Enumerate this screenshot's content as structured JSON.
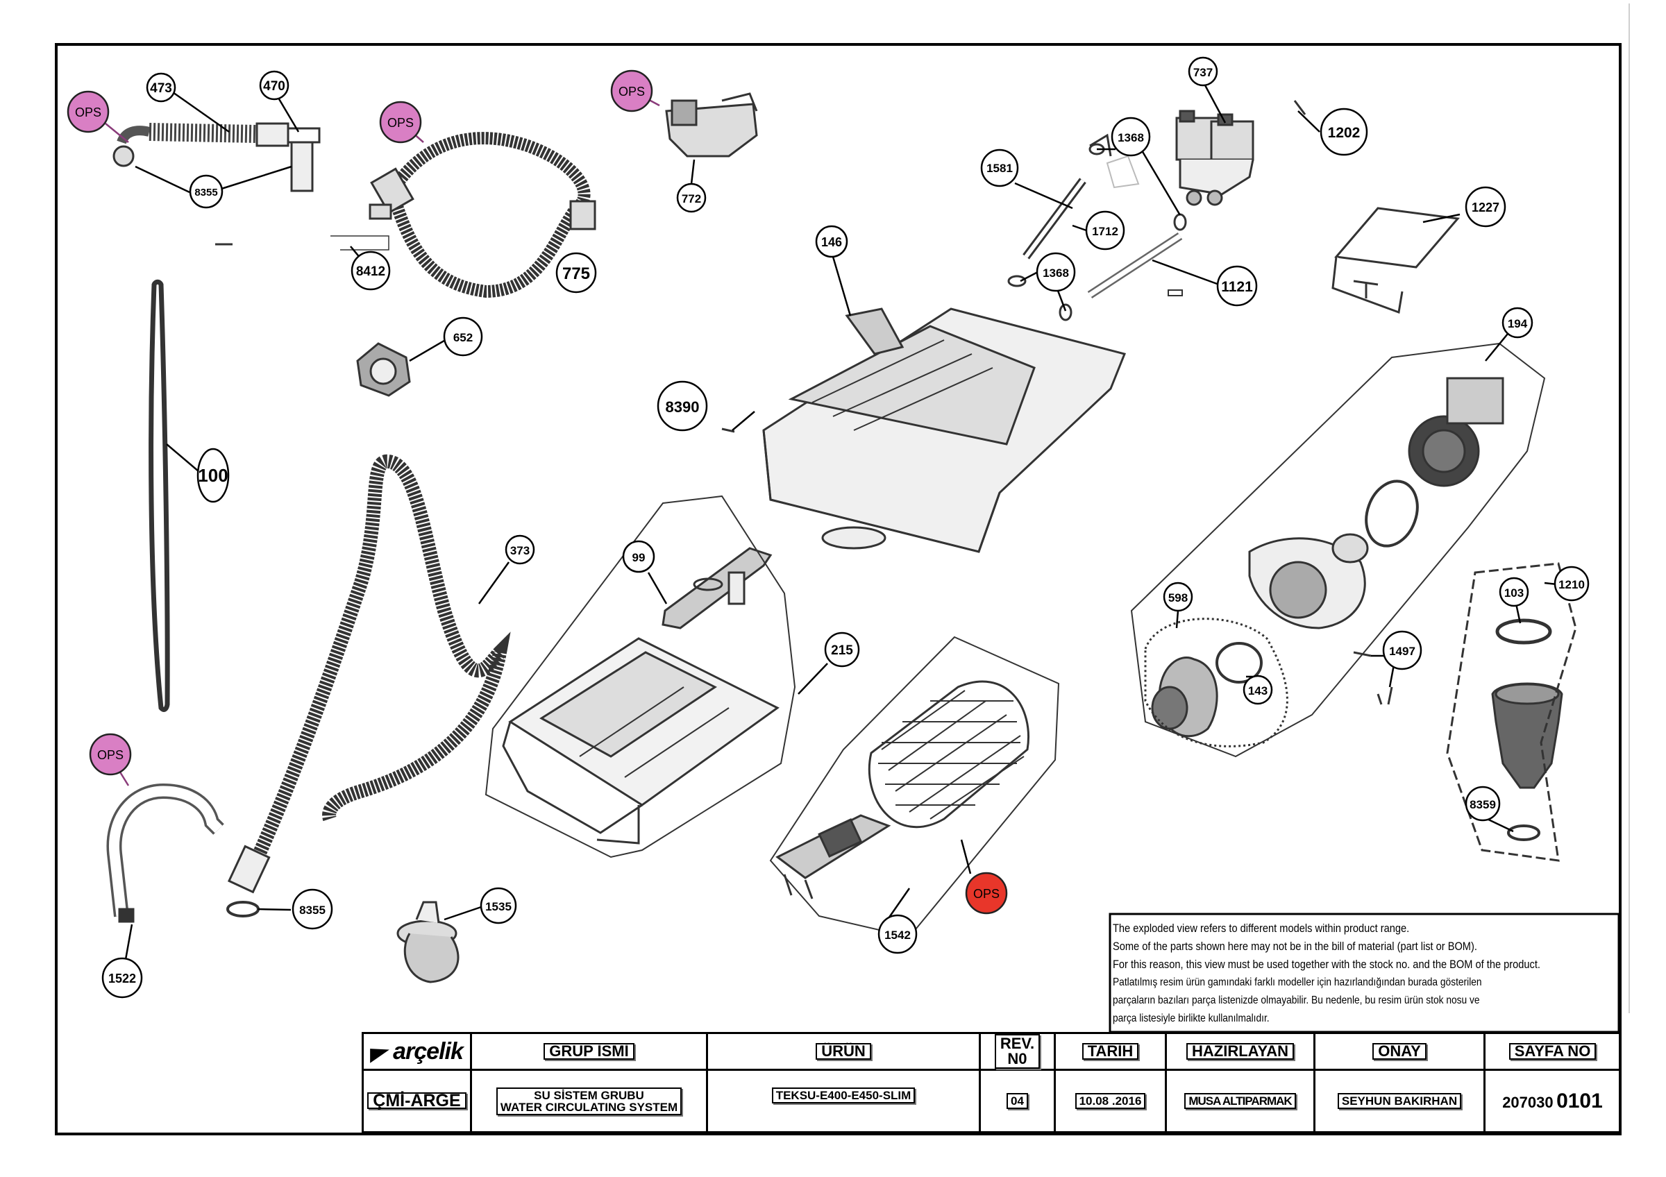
{
  "callouts": {
    "c473": "473",
    "c470": "470",
    "c8355a": "8355",
    "c8412": "8412",
    "c775": "775",
    "c772": "772",
    "c652": "652",
    "c100": "100",
    "c373": "373",
    "c8390": "8390",
    "c146": "146",
    "c1581": "1581",
    "c1368a": "1368",
    "c1712": "1712",
    "c1368b": "1368",
    "c1121": "1121",
    "c737": "737",
    "c1202": "1202",
    "c1227": "1227",
    "c194": "194",
    "c99": "99",
    "c215": "215",
    "c598": "598",
    "c143": "143",
    "c1497": "1497",
    "c103": "103",
    "c1210": "1210",
    "c8359": "8359",
    "c1542": "1542",
    "c1535": "1535",
    "c8355b": "8355",
    "c1522": "1522",
    "ops": "OPS"
  },
  "note": {
    "line1": "The exploded view refers to different models within product range.",
    "line2": "Some of the parts shown here may not be in the bill of material (part list or BOM).",
    "line3": "For this reason, this view must be used together with the stock no. and the BOM of the product.",
    "line4": "Patlatılmış resim ürün gamındaki farklı modeller için hazırlandığından burada gösterilen",
    "line5": "parçaların bazıları parça listenizde olmayabilir. Bu nedenle, bu resim ürün stok nosu ve",
    "line6": "parça listesiyle birlikte kullanılmalıdır."
  },
  "title_block": {
    "logo": "arçelik",
    "dept": "ÇMİ-ARGE",
    "group_header": "GRUP İSMİ",
    "group_line1": "SU SİSTEM GRUBU",
    "group_line2": "WATER CIRCULATING SYSTEM",
    "product_header": "ÜRÜN",
    "product": "TEKSU-E400-E450-SLIM",
    "rev_header_line1": "REV.",
    "rev_header_line2": "N0",
    "rev": "04",
    "date_header": "TARİH",
    "date": "10.08 .2016",
    "prepared_header": "HAZIRLAYAN",
    "prepared": "MUSA ALTIPARMAK",
    "approved_header": "ONAY",
    "approved": "SEYHUN BAKIRHAN",
    "page_header": "SAYFA NO",
    "page_code": "207030",
    "page_no": "0101"
  },
  "colors": {
    "ops_pink": "#d97fc4",
    "ops_red": "#e8362a",
    "ink": "#000000",
    "part_gray": "#3a3a3a"
  }
}
